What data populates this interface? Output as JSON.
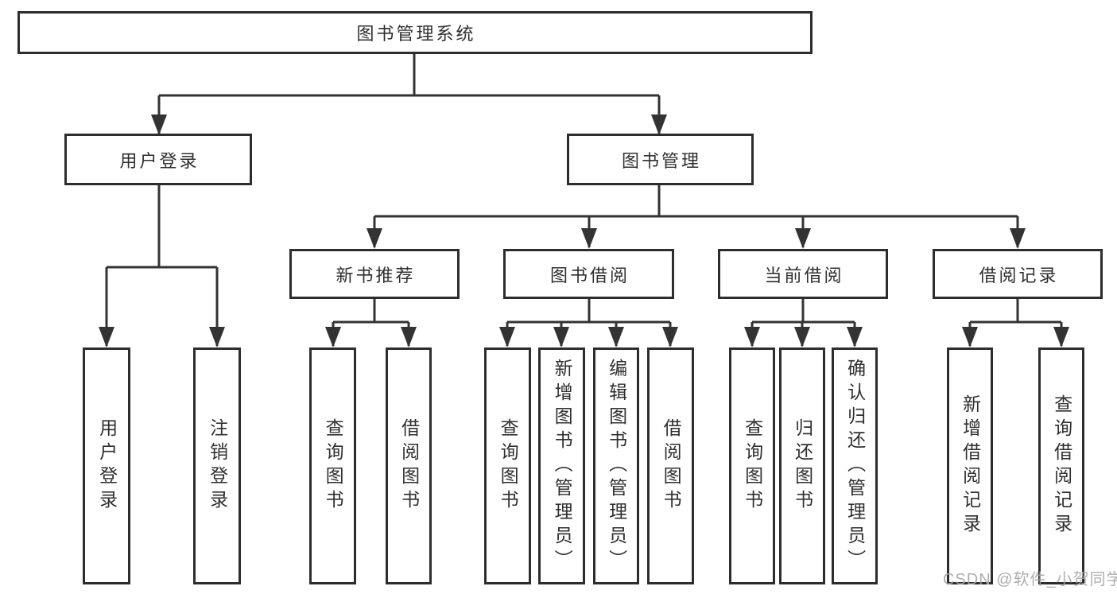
{
  "tree": {
    "root": "图书管理系统",
    "branches": [
      {
        "label": "用户登录",
        "children": [
          "用户登录",
          "注销登录"
        ]
      },
      {
        "label": "图书管理",
        "children": [
          {
            "label": "新书推荐",
            "children": [
              "查询图书",
              "借阅图书"
            ]
          },
          {
            "label": "图书借阅",
            "children": [
              "查询图书",
              "新增图书（管理员）",
              "编辑图书（管理员）",
              "借阅图书"
            ]
          },
          {
            "label": "当前借阅",
            "children": [
              "查询图书",
              "归还图书",
              "确认归还（管理员）"
            ]
          },
          {
            "label": "借阅记录",
            "children": [
              "新增借阅记录",
              "查询借阅记录"
            ]
          }
        ]
      }
    ]
  },
  "watermark": "CSDN @软件_小贺同学",
  "colors": {
    "line": "#333333",
    "box_border": "#2d2d2d",
    "text": "#2f2f2f",
    "watermark": "#a8a8a8",
    "background": "#ffffff"
  }
}
